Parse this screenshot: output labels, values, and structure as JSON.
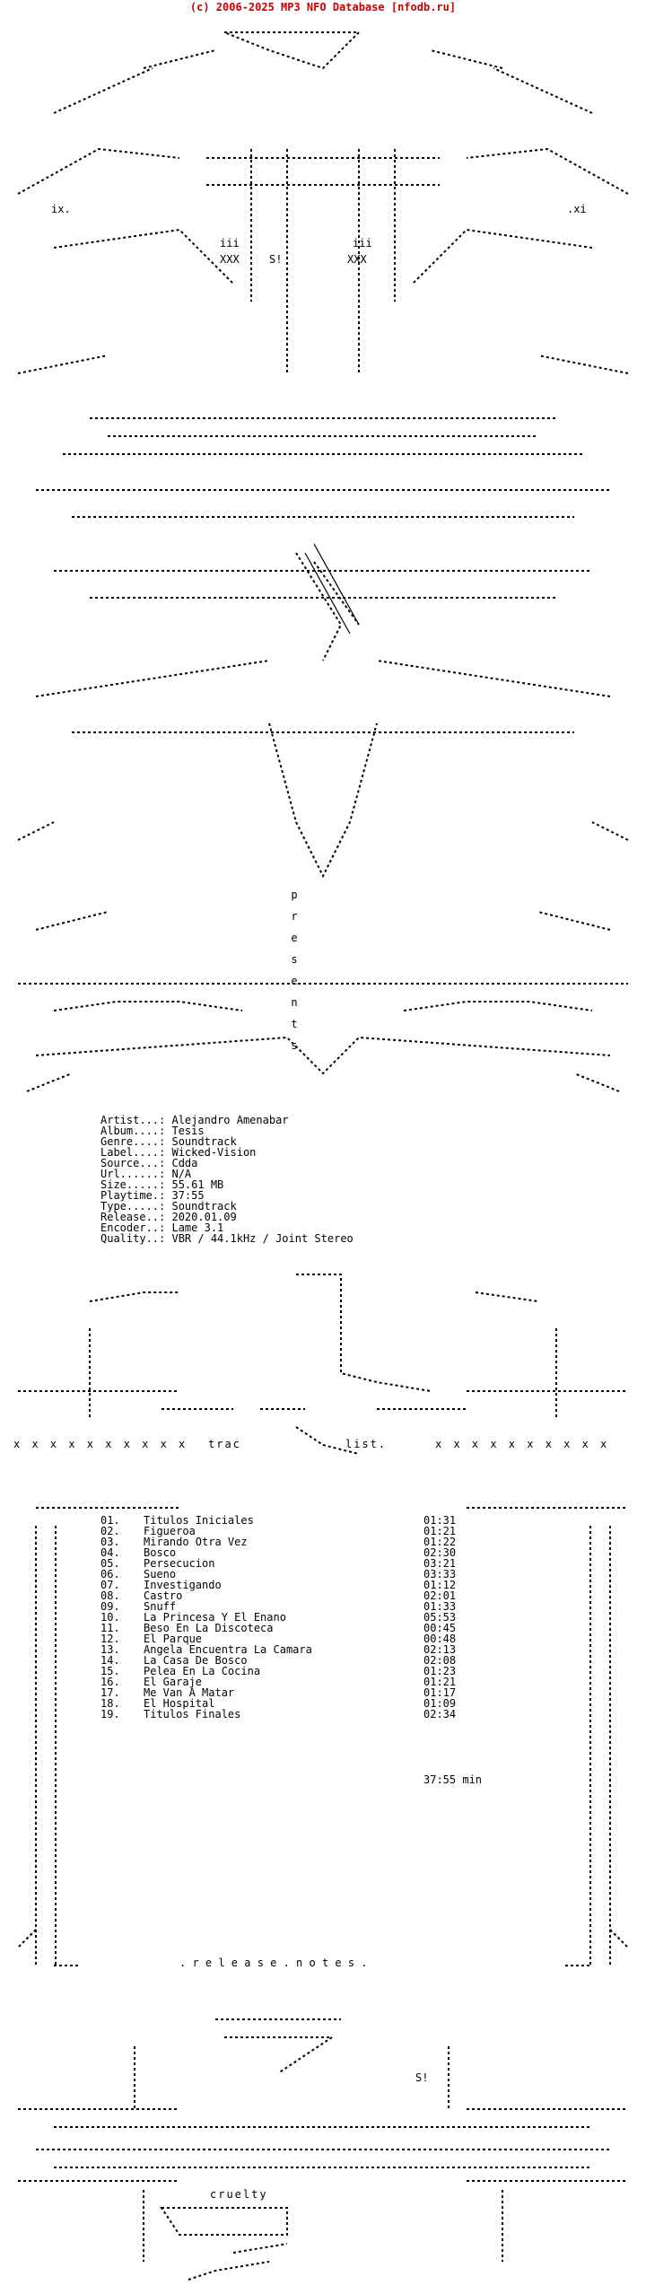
{
  "header": {
    "text": "(c) 2006-2025 MP3 NFO Database [nfodb.ru]"
  },
  "logo_glyphs": {
    "left_tag": "ix.",
    "right_tag": ".xi",
    "center_tag": "S!",
    "box_label": "XXX",
    "iii": "iii"
  },
  "presents": [
    "p",
    "r",
    "e",
    "s",
    "e",
    "n",
    "t",
    "s"
  ],
  "info": [
    {
      "label": "Artist...:",
      "value": "Alejandro Amenabar"
    },
    {
      "label": "Album....:",
      "value": "Tesis"
    },
    {
      "label": "Genre....:",
      "value": "Soundtrack"
    },
    {
      "label": "Label....:",
      "value": "Wicked-Vision"
    },
    {
      "label": "Source...:",
      "value": "Cdda"
    },
    {
      "label": "Url......:",
      "value": "N/A"
    },
    {
      "label": "Size.....:",
      "value": "55.61 MB"
    },
    {
      "label": "Playtime.:",
      "value": "37:55"
    },
    {
      "label": "Type.....:",
      "value": "Soundtrack"
    },
    {
      "label": "Release..:",
      "value": "2020.01.09"
    },
    {
      "label": "Encoder..:",
      "value": "Lame 3.1"
    },
    {
      "label": "Quality..:",
      "value": "VBR / 44.1kHz / Joint Stereo"
    }
  ],
  "tracklist_heading": {
    "left": "trac",
    "right": "list."
  },
  "x_row": "x x x x x x x x x x",
  "tracks": [
    {
      "num": "01.",
      "title": "Titulos Iniciales",
      "dur": "01:31"
    },
    {
      "num": "02.",
      "title": "Figueroa",
      "dur": "01:21"
    },
    {
      "num": "03.",
      "title": "Mirando Otra Vez",
      "dur": "01:22"
    },
    {
      "num": "04.",
      "title": "Bosco",
      "dur": "02:30"
    },
    {
      "num": "05.",
      "title": "Persecucion",
      "dur": "03:21"
    },
    {
      "num": "06.",
      "title": "Sueno",
      "dur": "03:33"
    },
    {
      "num": "07.",
      "title": "Investigando",
      "dur": "01:12"
    },
    {
      "num": "08.",
      "title": "Castro",
      "dur": "02:01"
    },
    {
      "num": "09.",
      "title": "Snuff",
      "dur": "01:33"
    },
    {
      "num": "10.",
      "title": "La Princesa Y El Enano",
      "dur": "05:53"
    },
    {
      "num": "11.",
      "title": "Beso En La Discoteca",
      "dur": "00:45"
    },
    {
      "num": "12.",
      "title": "El Parque",
      "dur": "00:48"
    },
    {
      "num": "13.",
      "title": "Angela Encuentra La Camara",
      "dur": "02:13"
    },
    {
      "num": "14.",
      "title": "La Casa De Bosco",
      "dur": "02:08"
    },
    {
      "num": "15.",
      "title": "Pelea En La Cocina",
      "dur": "01:23"
    },
    {
      "num": "16.",
      "title": "El Garaje",
      "dur": "01:21"
    },
    {
      "num": "17.",
      "title": "Me Van A Matar",
      "dur": "01:17"
    },
    {
      "num": "18.",
      "title": "El Hospital",
      "dur": "01:09"
    },
    {
      "num": "19.",
      "title": "Titulos Finales",
      "dur": "02:34"
    }
  ],
  "total": "37:55 min",
  "notes_heading": ". r e l e a s e . n o t e s .",
  "footer": {
    "tag": "S!",
    "group": "cruelty"
  }
}
